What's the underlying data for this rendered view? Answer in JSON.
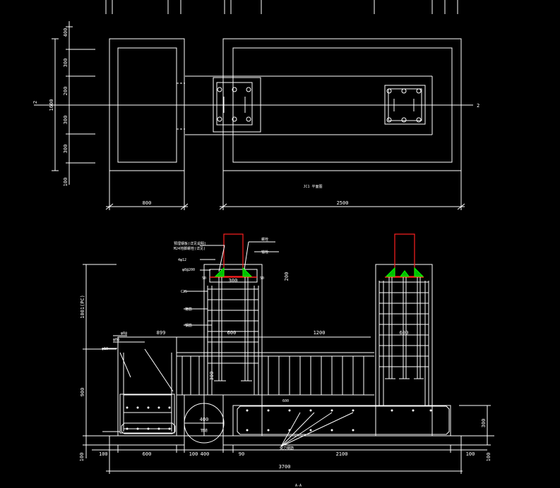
{
  "plan": {
    "left_dims": [
      "400",
      "300",
      "200",
      "300",
      "300",
      "100"
    ],
    "total_left": "1600",
    "width_left": "800",
    "width_right": "2500",
    "section_mark": "2",
    "caption": "JC1 平面图"
  },
  "section": {
    "height_labels": [
      "1001(PC)",
      "900",
      "300"
    ],
    "top_dims": [
      "300",
      "200",
      "50",
      "50"
    ],
    "mid_dims": [
      "899",
      "600",
      "1200",
      "600"
    ],
    "bottom_dims": [
      "100",
      "600",
      "100",
      "400",
      "90",
      "2100",
      "100"
    ],
    "total_bottom": "3700",
    "pipe_label": "400",
    "pipe_text": "管道",
    "vertical_dim": "300",
    "note_label": "受力钢筋",
    "left_notes": [
      "C25",
      "箍筋",
      "钢筋",
      "φ8@",
      "φ8@",
      "φ10"
    ],
    "top_notes": [
      "预埋钢板(详见说明)",
      "M24地脚螺栓(详见)",
      "4φ12",
      "φ8@200",
      "螺栓",
      "锚栓"
    ],
    "bottom_tag": "A-A"
  },
  "colors": {
    "line": "#ffffff",
    "column": "#ff2020",
    "stiffener": "#00ff00",
    "background": "#000000"
  }
}
